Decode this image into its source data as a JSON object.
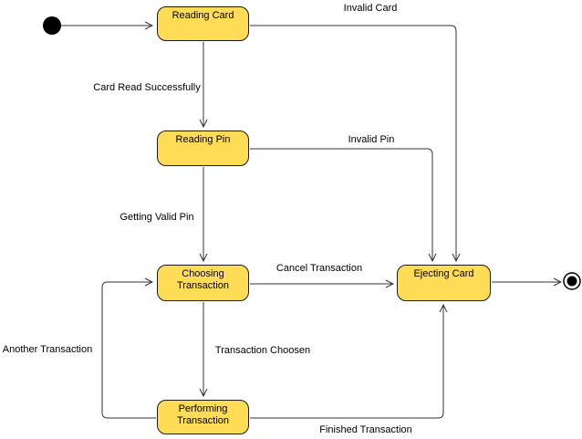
{
  "colors": {
    "background": "#ffffff",
    "state_fill": "#ffdc55",
    "state_border": "#1a1a1a",
    "edge": "#333333",
    "text": "#000000"
  },
  "nodes": {
    "reading_card": {
      "label": "Reading Card"
    },
    "reading_pin": {
      "label": "Reading Pin"
    },
    "choosing_transaction": {
      "label": "Choosing Transaction"
    },
    "ejecting_card": {
      "label": "Ejecting Card"
    },
    "performing_transaction": {
      "label": "Performing Transaction"
    }
  },
  "transitions": {
    "invalid_card": "Invalid Card",
    "card_read_successfully": "Card Read Successfully",
    "invalid_pin": "Invalid Pin",
    "getting_valid_pin": "Getting Valid Pin",
    "cancel_transaction": "Cancel Transaction",
    "transaction_choosen": "Transaction Choosen",
    "another_transaction": "Another Transaction",
    "finished_transaction": "Finished Transaction"
  }
}
